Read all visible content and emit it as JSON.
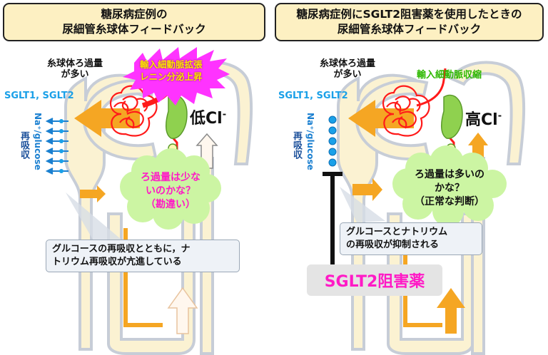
{
  "left": {
    "title_line1": "糖尿病症例の",
    "title_line2": "尿細管糸球体フィードバック",
    "gfr_line1": "糸球体ろ過量",
    "gfr_line2": "が多い",
    "burst_line1": "輸入細動脈拡張",
    "burst_line2": "レニン分泌上昇",
    "sglt_label": "SGLT1, SGLT2",
    "na_glucose": "Na⁺/glucose",
    "reabsorption": "再吸収",
    "cl_text": "低Cl",
    "cl_sup": "-",
    "cloud_line1": "ろ過量は少な",
    "cloud_line2": "いのかな？",
    "cloud_line3": "（勘違い）",
    "note_line1": "グルコースの再吸収とともに，ナ",
    "note_line2": "トリウム再吸収が亢進している"
  },
  "right": {
    "title_line1": "糖尿病症例にSGLT2阻害薬を使用したときの",
    "title_line2": "尿細管糸球体フィードバック",
    "gfr_line1": "糸球体ろ過量",
    "gfr_line2": "が多い",
    "arteriole_label": "輸入細動脈収縮",
    "sglt_label": "SGLT1, SGLT2",
    "na_glucose": "Na⁺/glucose",
    "reabsorption": "再吸収",
    "cl_text": "高Cl",
    "cl_sup": "-",
    "cloud_line1": "ろ過量は多いの",
    "cloud_line2": "かな？",
    "cloud_line3": "（正常な判断）",
    "note_line1": "グルコースとナトリウム",
    "note_line2": "の再吸収が抑制される",
    "drug_label": "SGLT2阻害薬"
  },
  "colors": {
    "tubule_fill": "#fbf2d2",
    "tubule_stroke": "#c7cdd7",
    "orange_arrow": "#f5a623",
    "glomerulus": "#ff1a1a",
    "macula_densa": "#8fd14f",
    "cloud": "#ccf5a3",
    "burst": "#ff33ff",
    "sglt_blue": "#1aa0e8",
    "drug_magenta": "#ff1ac6",
    "title_fill": "#fdf0c2"
  }
}
